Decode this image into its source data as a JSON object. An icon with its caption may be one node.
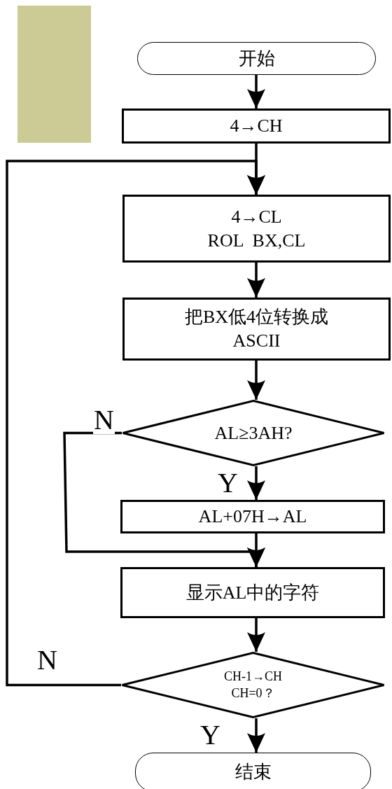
{
  "diagram": {
    "nodes": [
      {
        "text": [
          "开始"
        ]
      },
      {
        "text": [
          "4→CH"
        ]
      },
      {
        "text": [
          "4→CL",
          "ROL  BX,CL"
        ]
      },
      {
        "text": [
          "把BX低4位转换成ASCII"
        ]
      },
      {
        "text": [
          "AL≥3AH?"
        ]
      },
      {
        "text": [
          "AL+07H→AL"
        ]
      },
      {
        "text": [
          "显示AL中的字符"
        ]
      },
      {
        "text": [
          "CH-1→CH",
          "CH=0？"
        ]
      },
      {
        "text": [
          "结束"
        ]
      }
    ],
    "edges": [
      {
        "from": 0,
        "to": 1,
        "arrow": "to"
      },
      {
        "from": 1,
        "to": 2,
        "arrow": "to"
      },
      {
        "from": 7,
        "to": 2,
        "arrow": "to",
        "label": "N"
      },
      {
        "from": 2,
        "to": 3,
        "arrow": "to"
      },
      {
        "from": 3,
        "to": 4,
        "arrow": "to"
      },
      {
        "from": 4,
        "to": 5,
        "arrow": "to",
        "label": "Y"
      },
      {
        "from": 4,
        "to": 6,
        "arrow": "to",
        "label": "N"
      },
      {
        "from": 5,
        "to": 6,
        "arrow": "to"
      },
      {
        "from": 6,
        "to": 7,
        "arrow": "to"
      },
      {
        "from": 7,
        "to": 8,
        "arrow": "to",
        "label": "Y"
      }
    ]
  }
}
